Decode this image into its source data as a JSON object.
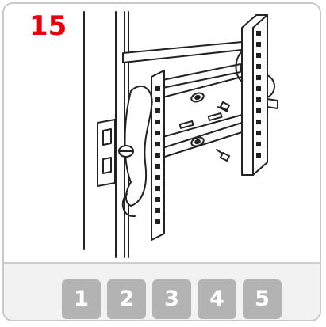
{
  "step": {
    "number": "15"
  },
  "illustration": {
    "name": "tv-wall-mount-bracket-diagram"
  },
  "pagination": {
    "pages": [
      {
        "label": "1"
      },
      {
        "label": "2"
      },
      {
        "label": "3"
      },
      {
        "label": "4"
      },
      {
        "label": "5"
      }
    ]
  },
  "colors": {
    "accent": "#e8000b",
    "button": "#b3b3b3",
    "border": "#c9c9c9"
  }
}
